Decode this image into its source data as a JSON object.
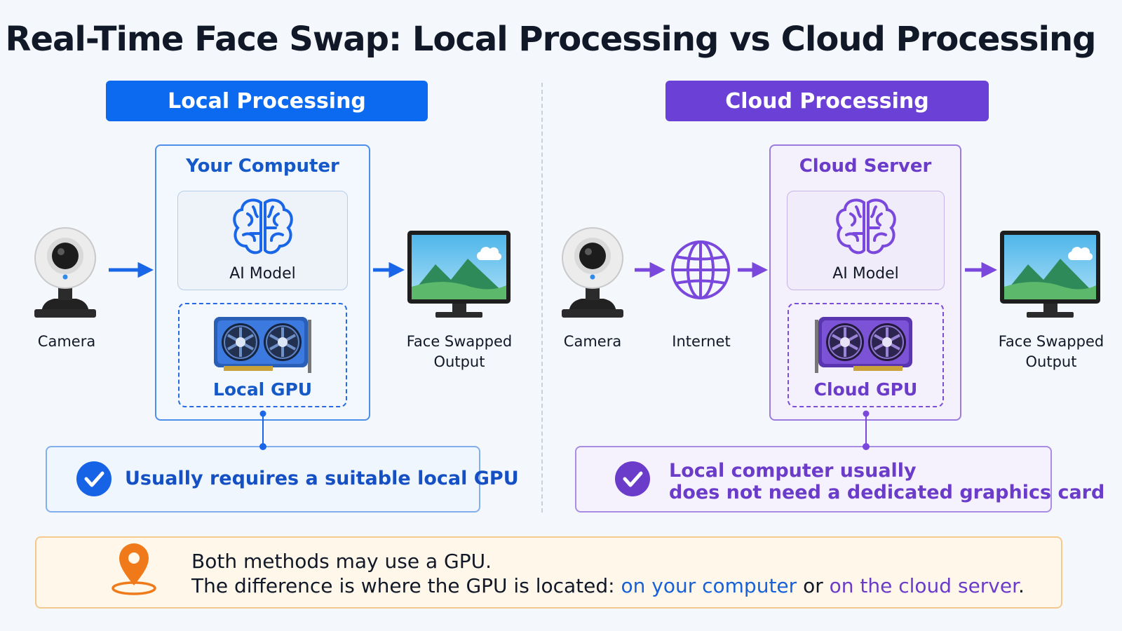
{
  "title": "Real-Time Face Swap: Local Processing vs Cloud Processing",
  "local": {
    "header": "Local Processing",
    "box_title": "Your Computer",
    "model_label": "AI Model",
    "gpu_label": "Local GPU",
    "camera_label": "Camera",
    "output_label": "Face Swapped Output",
    "note": "Usually requires a suitable local GPU"
  },
  "cloud": {
    "header": "Cloud Processing",
    "box_title": "Cloud Server",
    "model_label": "AI Model",
    "gpu_label": "Cloud GPU",
    "camera_label": "Camera",
    "internet_label": "Internet",
    "output_label": "Face Swapped Output",
    "note_line1": "Local computer usually",
    "note_line2": "does not need a dedicated graphics card"
  },
  "footer": {
    "line1": "Both methods may use a GPU.",
    "line2_prefix": "The difference is where the GPU is located: ",
    "highlight_local": "on your computer",
    "connector": " or ",
    "highlight_cloud": "on the cloud server",
    "suffix": "."
  },
  "colors": {
    "local_accent": "#0b6af0",
    "cloud_accent": "#6a40d6",
    "footer_border": "#f3c98e",
    "location_pin": "#f07a1a"
  },
  "icons": {
    "camera": "webcam-icon",
    "brain": "brain-icon",
    "gpu": "graphics-card-icon",
    "monitor": "monitor-landscape-icon",
    "globe": "globe-icon",
    "check": "check-circle-icon",
    "pin": "location-pin-icon"
  }
}
